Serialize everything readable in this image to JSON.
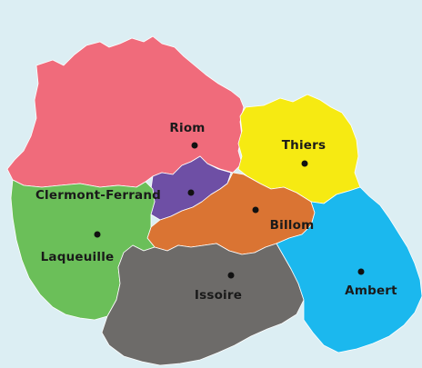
{
  "background_color": "#dceef3",
  "regions": [
    {
      "id": "riom",
      "color": "#f06b7b"
    },
    {
      "id": "thiers",
      "color": "#f6ea12"
    },
    {
      "id": "clermont-ferrand",
      "color": "#6e4fa5"
    },
    {
      "id": "billom",
      "color": "#da7433"
    },
    {
      "id": "laqueuille",
      "color": "#6bbf59"
    },
    {
      "id": "issoire",
      "color": "#6d6b69"
    },
    {
      "id": "ambert",
      "color": "#1bb8ee"
    }
  ],
  "cities": {
    "riom": {
      "label": "Riom"
    },
    "thiers": {
      "label": "Thiers"
    },
    "clermont": {
      "label": "Clermont-Ferrand"
    },
    "billom": {
      "label": "Billom"
    },
    "laqueuille": {
      "label": "Laqueuille"
    },
    "issoire": {
      "label": "Issoire"
    },
    "ambert": {
      "label": "Ambert"
    }
  }
}
